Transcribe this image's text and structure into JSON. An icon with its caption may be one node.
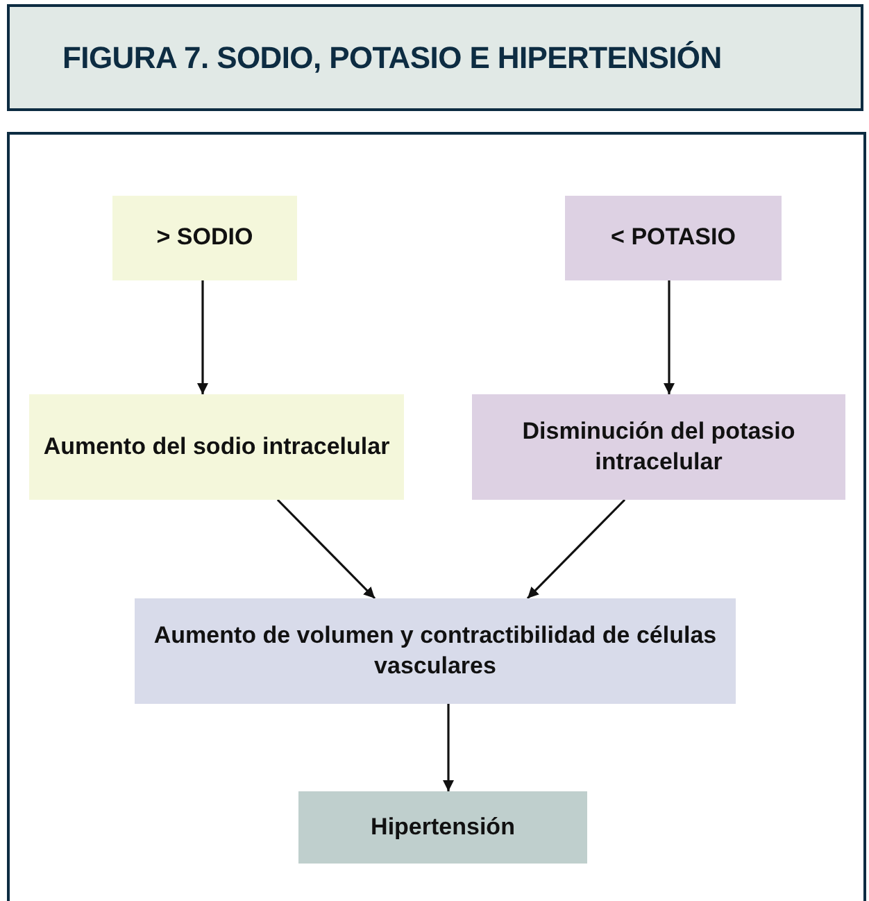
{
  "diagram": {
    "title": "FIGURA 7. SODIO, POTASIO E HIPERTENSIÓN",
    "nodes": [
      {
        "text": [
          "> SODIO"
        ]
      },
      {
        "text": [
          "< POTASIO"
        ]
      },
      {
        "text": [
          "Aumento del sodio intracelular"
        ]
      },
      {
        "text": [
          "Disminución del potasio intracelular"
        ]
      },
      {
        "text": [
          "Aumento de volumen y contractibilidad de células vasculares"
        ]
      },
      {
        "text": [
          "Hipertensión"
        ]
      }
    ],
    "edges": [
      {
        "from": 0,
        "to": 2,
        "arrow": "to"
      },
      {
        "from": 1,
        "to": 3,
        "arrow": "to"
      },
      {
        "from": 2,
        "to": 4,
        "arrow": "to"
      },
      {
        "from": 3,
        "to": 4,
        "arrow": "to"
      },
      {
        "from": 4,
        "to": 5,
        "arrow": "to"
      }
    ]
  }
}
